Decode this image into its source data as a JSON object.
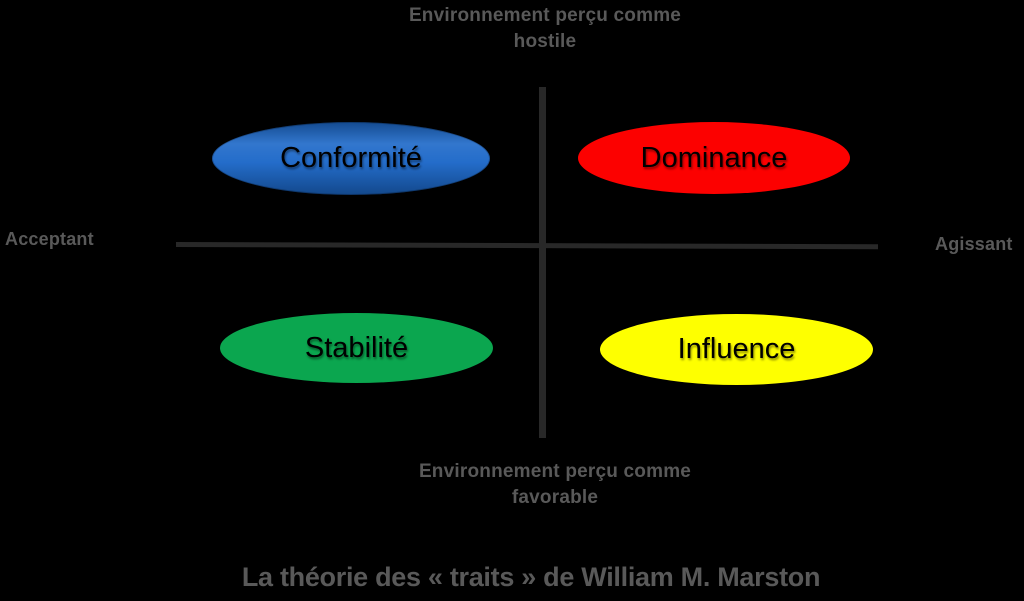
{
  "title": "La théorie des « traits » de William M. Marston",
  "axes": {
    "top_label": "Environnement perçu comme hostile",
    "bottom_label": "Environnement perçu comme favorable",
    "left_label": "Acceptant",
    "right_label": "Agissant"
  },
  "quadrants": [
    {
      "position": "top-left",
      "label": "Conformité",
      "color": "#1B67C8"
    },
    {
      "position": "top-right",
      "label": "Dominance",
      "color": "#FC0100"
    },
    {
      "position": "bottom-left",
      "label": "Stabilité",
      "color": "#0BA64F"
    },
    {
      "position": "bottom-right",
      "label": "Influence",
      "color": "#FEFF00"
    }
  ],
  "colors": {
    "background": "#000000",
    "axis_line": "#282828",
    "label_text": "#595959",
    "ellipse_text": "#000000"
  }
}
